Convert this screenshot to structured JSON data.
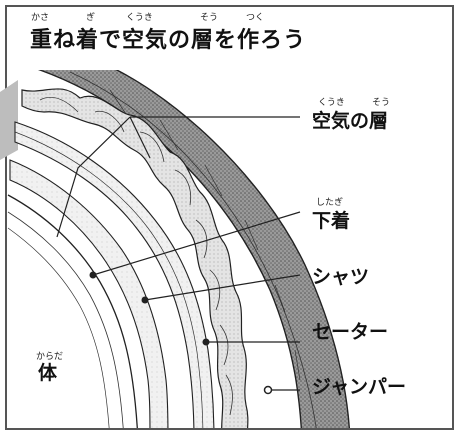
{
  "title": {
    "text": "重ね着で空気の層を作ろう",
    "ruby": [
      "かさ",
      "ぎ",
      "くうき",
      "そう",
      "つく"
    ]
  },
  "labels": {
    "air_layer": {
      "text": "空気の層",
      "ruby_kuuki": "くうき",
      "ruby_sou": "そう"
    },
    "undershirt": {
      "text": "下着",
      "ruby": "したぎ"
    },
    "shirt": {
      "text": "シャツ"
    },
    "sweater": {
      "text": "セーター"
    },
    "jumper": {
      "text": "ジャンパー"
    },
    "body": {
      "text": "体",
      "ruby": "からだ"
    }
  },
  "colors": {
    "line": "#222222",
    "jumper_fill": "#8a8a8a",
    "sweater_fill": "#d2d2d2",
    "shirt_fill": "#e6e6e6",
    "undershirt_fill": "#eeeeee",
    "corner_tab": "#bdbdbd"
  }
}
